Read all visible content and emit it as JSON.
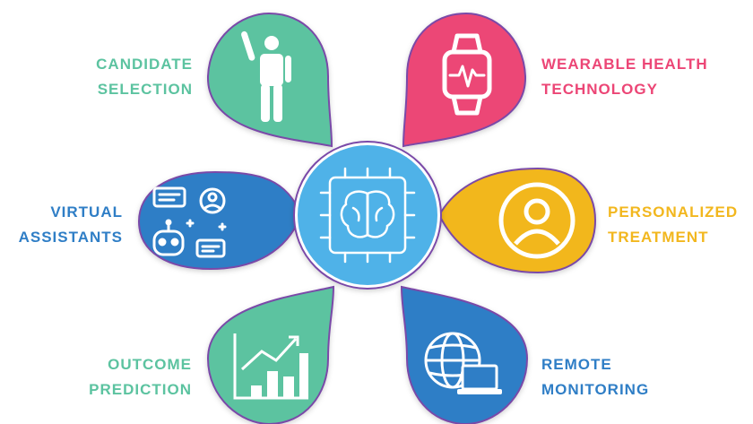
{
  "colors": {
    "green": "#5cc3a0",
    "pink": "#ec4676",
    "blue": "#2f7ec6",
    "yellow": "#f2b71e",
    "hub": "#4fb2e8",
    "outline": "#7a4aa8"
  },
  "hub": {
    "icon": "ai-brain-chip-icon"
  },
  "items": [
    {
      "line1": "CANDIDATE",
      "line2": "SELECTION",
      "color": "green",
      "icon": "person-raising-hand-icon"
    },
    {
      "line1": "WEARABLE HEALTH",
      "line2": "TECHNOLOGY",
      "color": "pink",
      "icon": "smartwatch-heartbeat-icon"
    },
    {
      "line1": "VIRTUAL",
      "line2": "ASSISTANTS",
      "color": "blue",
      "icon": "chatbot-robot-icon"
    },
    {
      "line1": "PERSONALIZED",
      "line2": "TREATMENT",
      "color": "yellow",
      "icon": "user-profile-icon"
    },
    {
      "line1": "OUTCOME",
      "line2": "PREDICTION",
      "color": "green",
      "icon": "growth-chart-icon"
    },
    {
      "line1": "REMOTE",
      "line2": "MONITORING",
      "color": "blue",
      "icon": "globe-laptop-icon"
    }
  ]
}
